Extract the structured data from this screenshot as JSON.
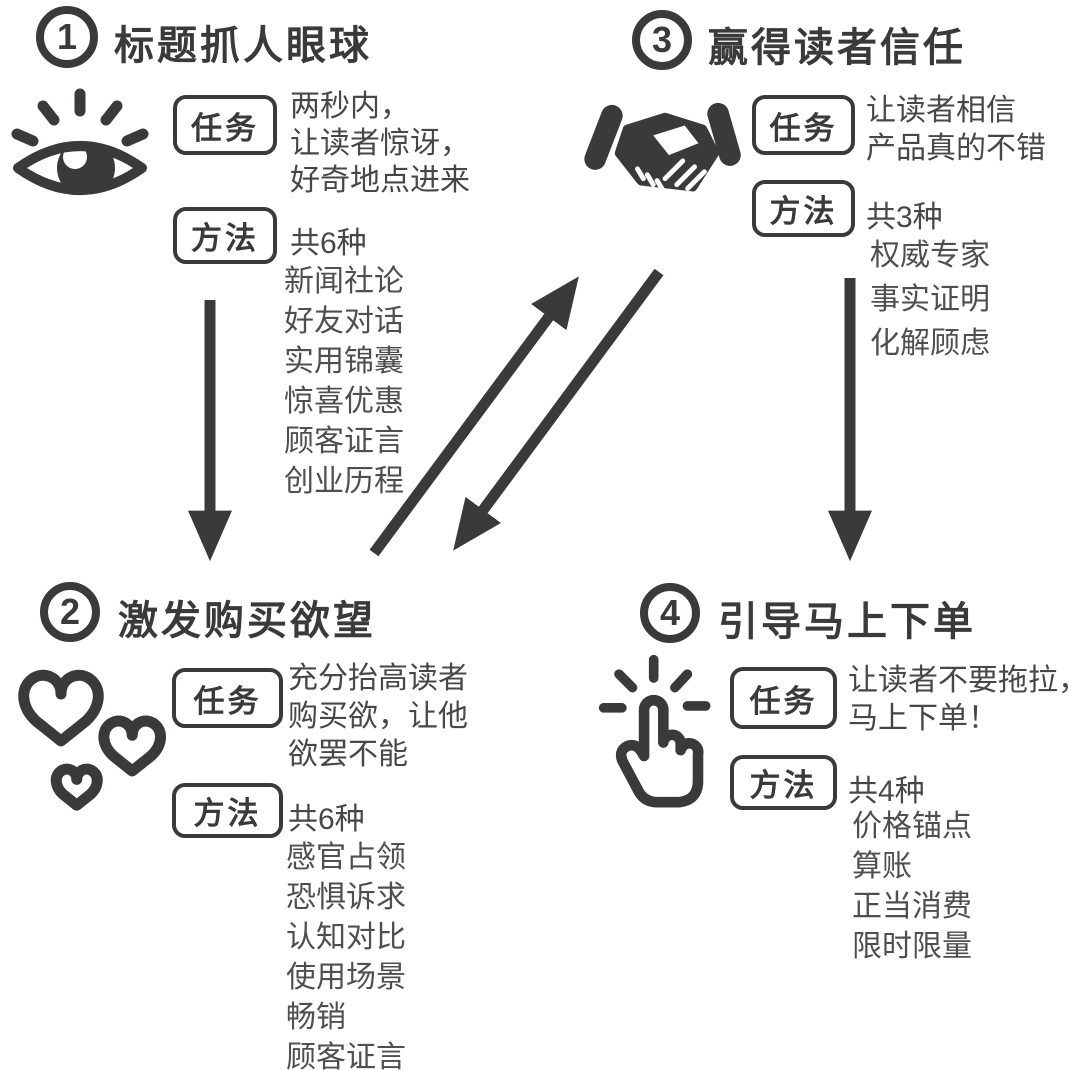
{
  "colors": {
    "ink": "#3c3939",
    "body_text": "#474747",
    "list_text": "#4f4f4f",
    "background": "#ffffff"
  },
  "box_labels": {
    "task": "任务",
    "method": "方法"
  },
  "sections": [
    {
      "number": "1",
      "title": "标题抓人眼球",
      "icon": "eye-icon",
      "task_lines": [
        "两秒内，",
        "让读者惊讶，",
        "好奇地点进来"
      ],
      "method_count": "共6种",
      "methods": [
        "新闻社论",
        "好友对话",
        "实用锦囊",
        "惊喜优惠",
        "顾客证言",
        "创业历程"
      ]
    },
    {
      "number": "2",
      "title": "激发购买欲望",
      "icon": "hearts-icon",
      "task_lines": [
        "充分抬高读者",
        "购买欲，让他",
        "欲罢不能"
      ],
      "method_count": "共6种",
      "methods": [
        "感官占领",
        "恐惧诉求",
        "认知对比",
        "使用场景",
        "畅销",
        "顾客证言"
      ]
    },
    {
      "number": "3",
      "title": "赢得读者信任",
      "icon": "handshake-icon",
      "task_lines": [
        "让读者相信",
        "产品真的不错"
      ],
      "method_count": "共3种",
      "methods": [
        "权威专家",
        "事实证明",
        "化解顾虑"
      ]
    },
    {
      "number": "4",
      "title": "引导马上下单",
      "icon": "tap-icon",
      "task_lines": [
        "让读者不要拖拉，",
        "马上下单！"
      ],
      "method_count": "共4种",
      "methods": [
        "价格锚点",
        "算账",
        "正当消费",
        "限时限量"
      ]
    }
  ],
  "arrows": [
    {
      "name": "arrow-down-left-column",
      "direction": "down"
    },
    {
      "name": "arrow-diagonal-up-right",
      "direction": "up-right"
    },
    {
      "name": "arrow-diagonal-down-left",
      "direction": "down-left"
    },
    {
      "name": "arrow-down-right-column",
      "direction": "down"
    }
  ]
}
